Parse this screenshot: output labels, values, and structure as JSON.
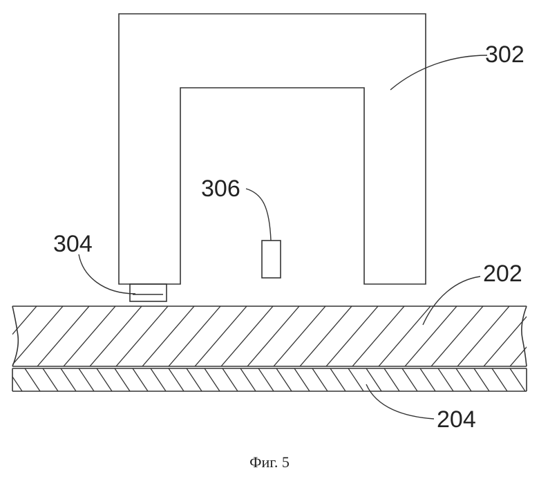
{
  "labels": {
    "magnet_core": "302",
    "sensor_304": "304",
    "sensor_306": "306",
    "layer_upper": "202",
    "layer_lower": "204"
  },
  "caption": "Фиг. 5"
}
